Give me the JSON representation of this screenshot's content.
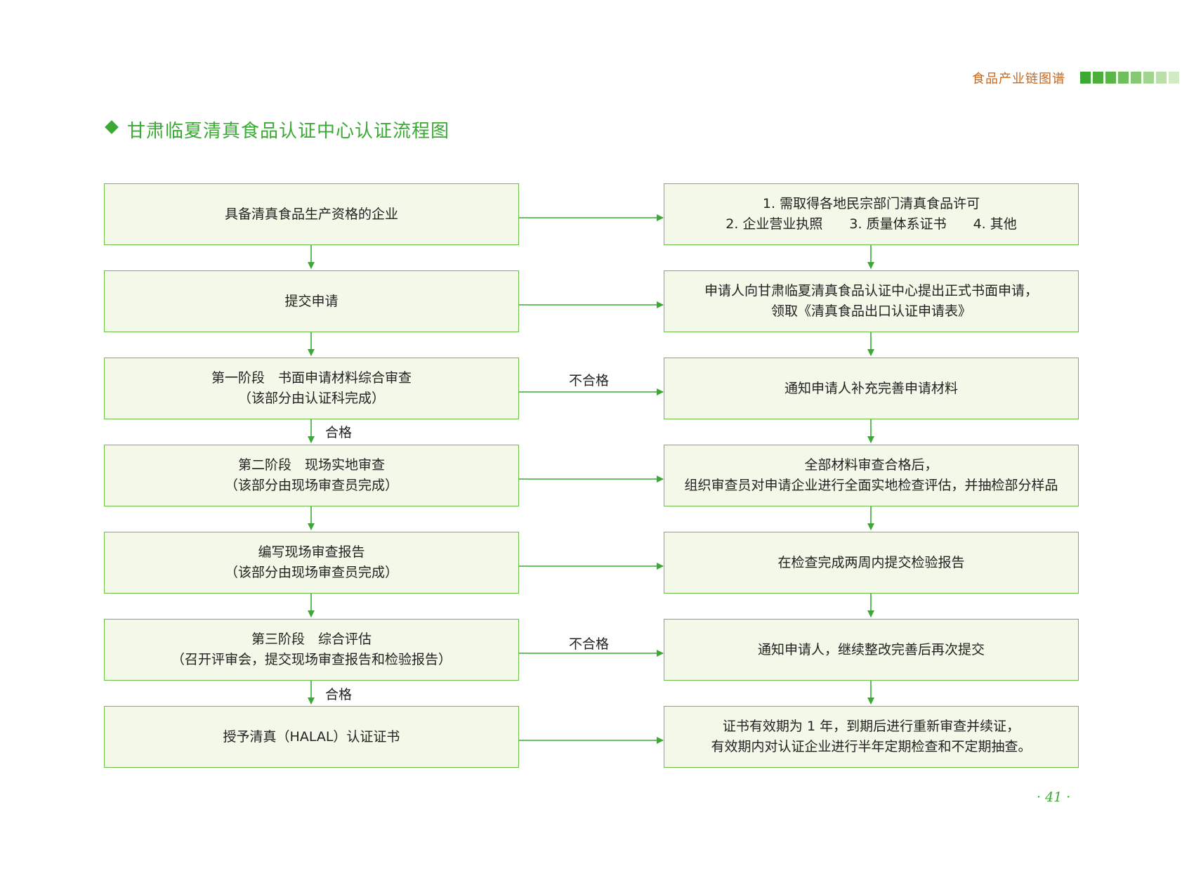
{
  "header": {
    "label": "食品产业链图谱",
    "bar_colors": [
      "#3aaa35",
      "#4caf3c",
      "#5bb64a",
      "#6fbe5c",
      "#86c874",
      "#a1d48f",
      "#bbdfab",
      "#d3eac7"
    ]
  },
  "title": "甘肃临夏清真食品认证中心认证流程图",
  "flow": {
    "left": [
      {
        "lines": [
          "具备清真食品生产资格的企业"
        ]
      },
      {
        "lines": [
          "提交申请"
        ]
      },
      {
        "lines": [
          "第一阶段　书面申请材料综合审查",
          "（该部分由认证科完成）"
        ]
      },
      {
        "lines": [
          "第二阶段　现场实地审查",
          "（该部分由现场审查员完成）"
        ]
      },
      {
        "lines": [
          "编写现场审查报告",
          "（该部分由现场审查员完成）"
        ]
      },
      {
        "lines": [
          "第三阶段　综合评估",
          "（召开评审会，提交现场审查报告和检验报告）"
        ]
      },
      {
        "lines": [
          "授予清真（HALAL）认证证书"
        ]
      }
    ],
    "right": [
      {
        "lines": [
          "1. 需取得各地民宗部门清真食品许可",
          "2. 企业营业执照　　3. 质量体系证书　　4. 其他"
        ]
      },
      {
        "lines": [
          "申请人向甘肃临夏清真食品认证中心提出正式书面申请，",
          "领取《清真食品出口认证申请表》"
        ]
      },
      {
        "lines": [
          "通知申请人补充完善申请材料"
        ]
      },
      {
        "lines": [
          "全部材料审查合格后，",
          "组织审查员对申请企业进行全面实地检查评估，并抽检部分样品"
        ]
      },
      {
        "lines": [
          "在检查完成两周内提交检验报告"
        ]
      },
      {
        "lines": [
          "通知申请人，继续整改完善后再次提交"
        ]
      },
      {
        "lines": [
          "证书有效期为 1 年，到期后进行重新审查并续证，",
          "有效期内对认证企业进行半年定期检查和不定期抽查。"
        ]
      }
    ],
    "labels": {
      "fail_1": "不合格",
      "pass_1": "合格",
      "fail_2": "不合格",
      "pass_2": "合格"
    }
  },
  "page_number": "· 41 ·",
  "colors": {
    "accent_green": "#3aaa35",
    "box_fill": "#f3f8e8",
    "box_border": "#6cbf4a",
    "header_orange": "#c8661b"
  }
}
